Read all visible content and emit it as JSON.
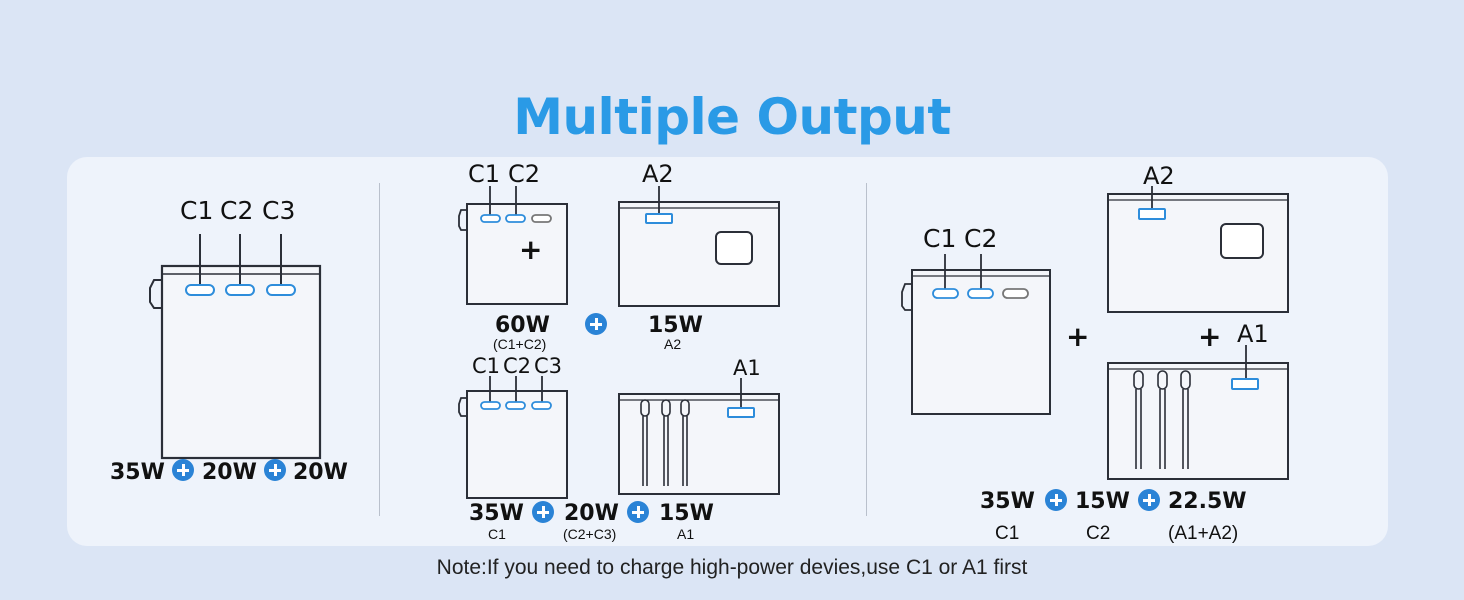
{
  "title": "Multiple Output",
  "note": "Note:If you need to charge high-power devies,use C1 or A1 first",
  "colors": {
    "background": "#dbe5f5",
    "panel": "#eef3fb",
    "accent": "#2a9ae6",
    "plus_icon": "#2a83d6"
  },
  "section1": {
    "ports": [
      "C1",
      "C2",
      "C3"
    ],
    "outputs": [
      "35W",
      "20W",
      "20W"
    ]
  },
  "section2": {
    "top": {
      "left_ports": [
        "C1",
        "C2"
      ],
      "right_port": "A2",
      "outputs": [
        {
          "watt": "60W",
          "sub": "(C1+C2)"
        },
        {
          "watt": "15W",
          "sub": "A2"
        }
      ]
    },
    "bottom": {
      "left_ports": [
        "C1",
        "C2",
        "C3"
      ],
      "right_port": "A1",
      "outputs": [
        {
          "watt": "35W",
          "sub": "C1"
        },
        {
          "watt": "20W",
          "sub": "(C2+C3)"
        },
        {
          "watt": "15W",
          "sub": "A1"
        }
      ]
    }
  },
  "section3": {
    "left_ports": [
      "C1",
      "C2"
    ],
    "top_right_port": "A2",
    "bottom_right_port": "A1",
    "outputs": [
      {
        "watt": "35W",
        "sub": "C1"
      },
      {
        "watt": "15W",
        "sub": "C2"
      },
      {
        "watt": "22.5W",
        "sub": "(A1+A2)"
      }
    ]
  }
}
